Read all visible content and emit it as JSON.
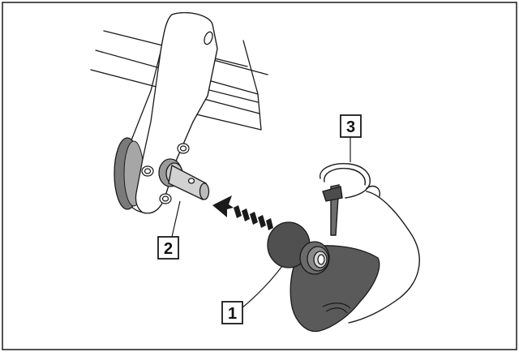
{
  "callouts": {
    "c1": "1",
    "c2": "2",
    "c3": "3"
  },
  "colors": {
    "outline": "#1a1a1a",
    "dark_part": "#4d4d4d",
    "mid_part": "#6e6e6e",
    "light_part": "#bdbdbd",
    "frame_bg": "#ffffff"
  }
}
